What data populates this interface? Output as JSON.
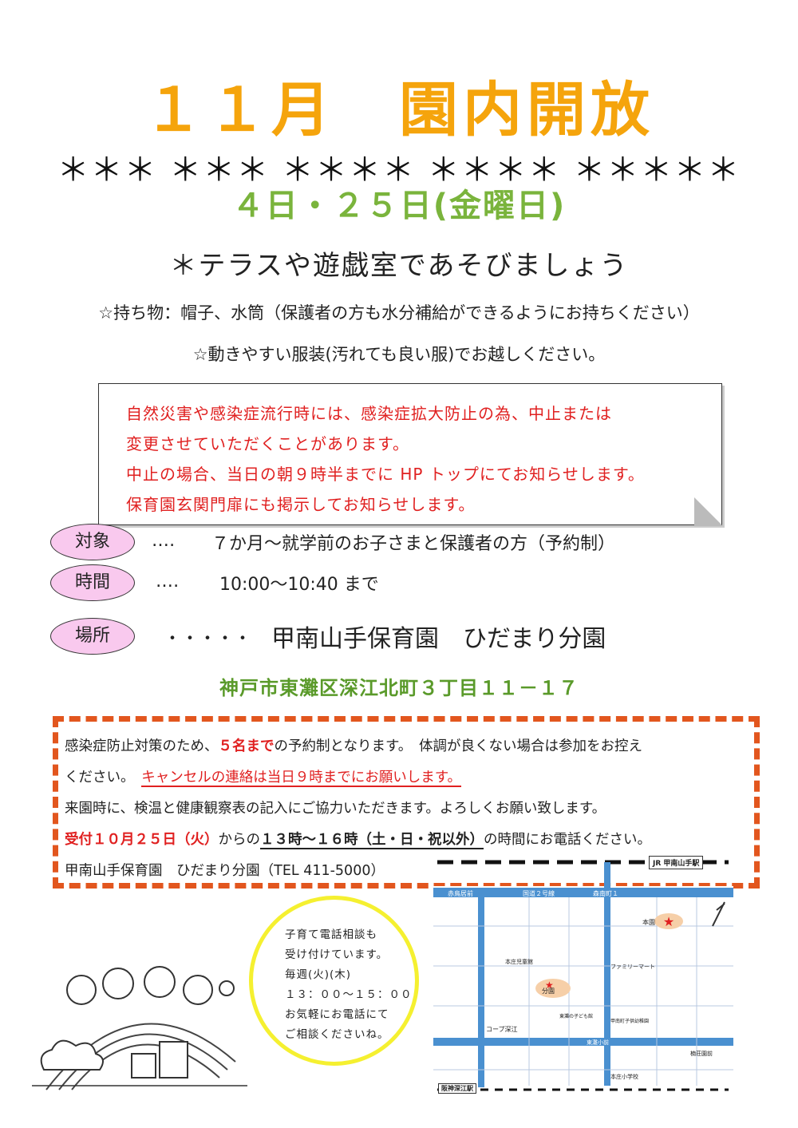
{
  "title": "１１月　園内開放",
  "stars": "＊＊＊ ＊＊＊ ＊＊＊＊ ＊＊＊＊ ＊＊＊＊＊",
  "dates": "４日・２５日(金曜日)",
  "play": "＊テラスや遊戯室であそびましょう",
  "bring": "☆持ち物：帽子、水筒（保護者の方も水分補給ができるようにお持ちください）",
  "clothes": "☆動きやすい服装(汚れても良い服)でお越しください。",
  "notice": {
    "line1": "自然災害や感染症流行時には、感染症拡大防止の為、中止または",
    "line2": "変更させていただくことがあります。",
    "line3": "中止の場合、当日の朝９時半までに HP トップにてお知らせします。",
    "line4": "保育園玄関門扉にも掲示してお知らせします。"
  },
  "info": {
    "target_label": "対象",
    "target_dots": "‥‥",
    "target_text": "７か月～就学前のお子さまと保護者の方（予約制）",
    "time_label": "時間",
    "time_dots": "‥‥",
    "time_text": "10:00～10:40 まで",
    "place_label": "場所",
    "place_dots": "・・・・・",
    "place_text": "甲南山手保育園　ひだまり分園"
  },
  "address": "神戸市東灘区深江北町３丁目１１－１７",
  "box": {
    "l1a": "感染症防止対策のため、",
    "l1b": "５名まで",
    "l1c": "の予約制となります。　体調が良くない場合は参加をお控え",
    "l2a": "ください。　",
    "l2b": "キャンセルの連絡は当日９時までにお願いします。",
    "l3": "来園時に、検温と健康観察表の記入にご協力いただきます。よろしくお願い致します。",
    "l4a": "受付１０月２５日（火）",
    "l4b": "からの",
    "l4c": "１３時～１６時（土・日・祝以外）",
    "l4d": "の時間にお電話ください。",
    "l5": "甲南山手保育園　ひだまり分園（TEL 411-5000）"
  },
  "consult": {
    "l1": "子育て電話相談も",
    "l2": "受け付けています。",
    "l3": "毎週(火)(木)",
    "l4": "１３：００～１５：００",
    "l5": "お気軽にお電話にて",
    "l6": "ご相談くださいね。"
  },
  "map": {
    "jr_station": "JR 甲南山手駅",
    "route2": "国道２号線",
    "akatsuka": "赤鳥居前",
    "morimi": "森南町１",
    "honen": "本園",
    "bunen": "分園",
    "familymart": "ファミリーマート",
    "honjo": "本庄児童館",
    "coop": "コープ深江",
    "higashinada_school": "東灘小前",
    "elementary": "本庄小学校",
    "hanshin": "阪神深江駅",
    "kindergarten1": "東灘の子ども館",
    "kindergarten2": "甲南町子供幼稚園",
    "ikeda": "楠荘園前"
  },
  "colors": {
    "title": "#f5a40c",
    "green": "#7ab43c",
    "red": "#e02020",
    "orange_dash": "#e2561e",
    "pill": "#f9c9ee",
    "circle": "#f5f030",
    "road": "#4a90d0"
  }
}
